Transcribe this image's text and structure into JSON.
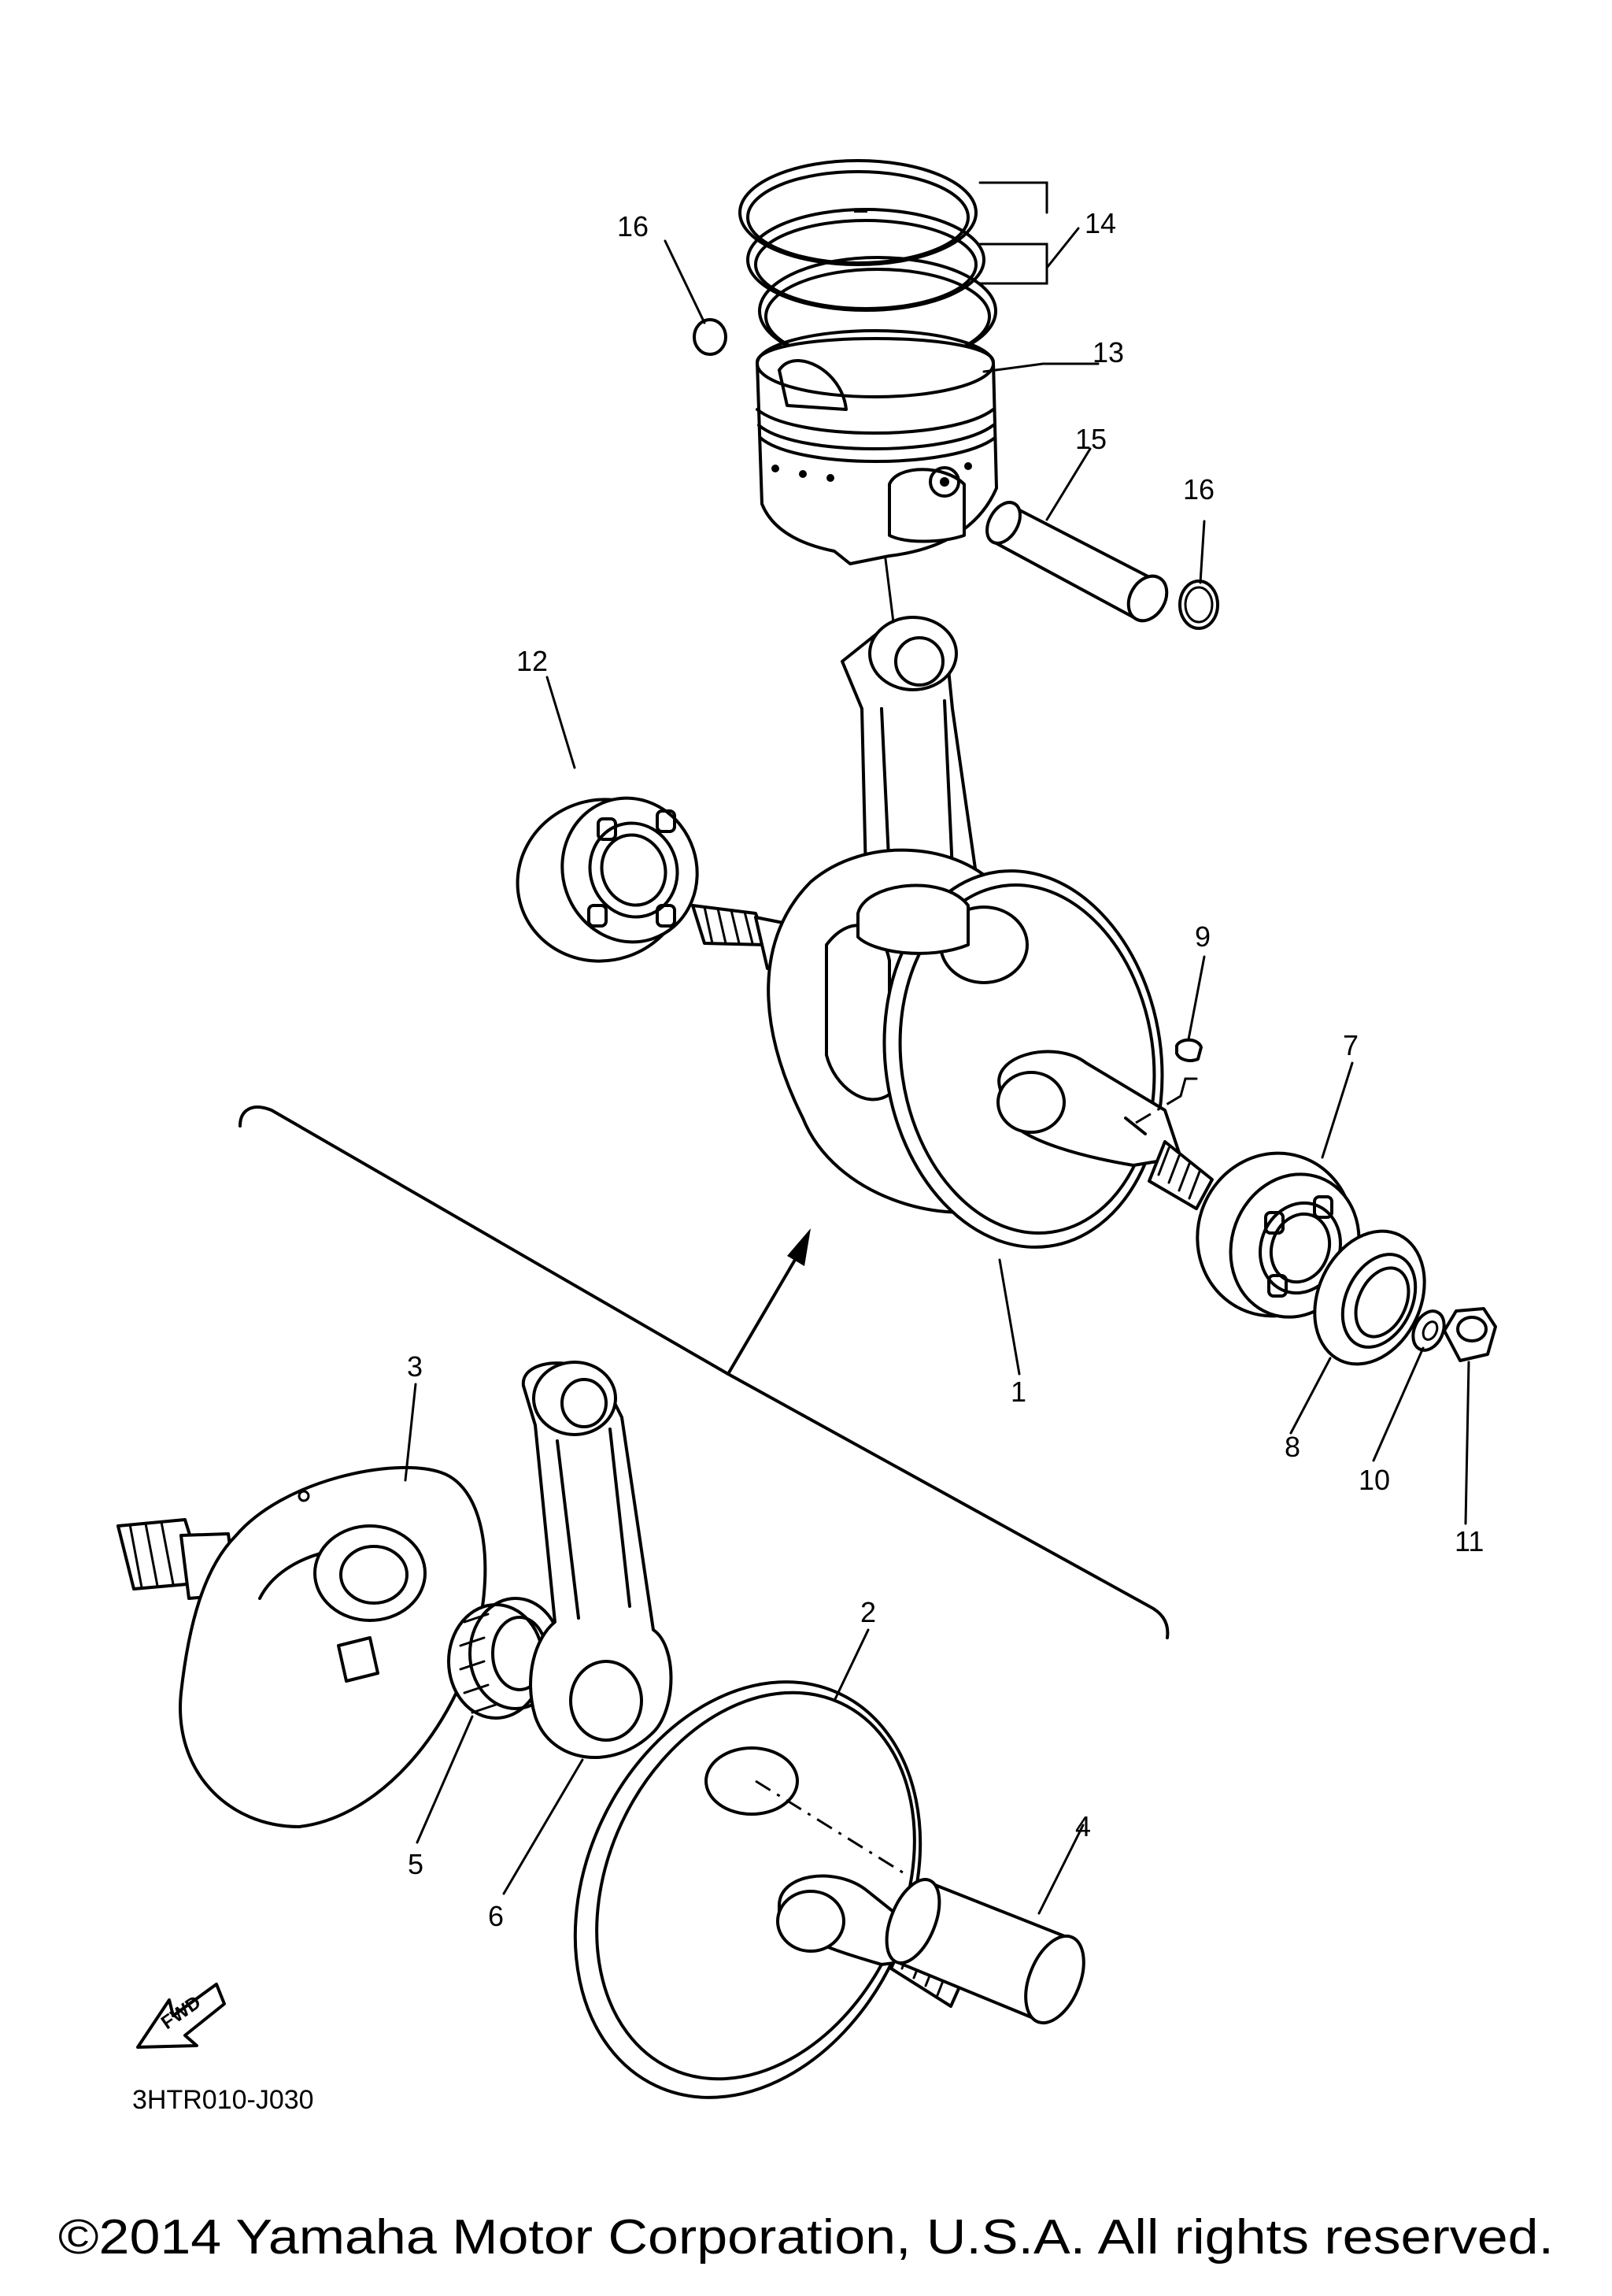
{
  "diagram": {
    "code": "3HTR010-J030",
    "copyright": "©2014 Yamaha Motor Corporation, U.S.A. All rights reserved.",
    "fwd_label": "FWD",
    "callouts": {
      "c1": "1",
      "c2": "2",
      "c3": "3",
      "c4": "4",
      "c5": "5",
      "c6": "6",
      "c7": "7",
      "c8": "8",
      "c9": "9",
      "c10": "10",
      "c11": "11",
      "c12": "12",
      "c13": "13",
      "c14": "14",
      "c15": "15",
      "c16a": "16",
      "c16b": "16"
    }
  }
}
